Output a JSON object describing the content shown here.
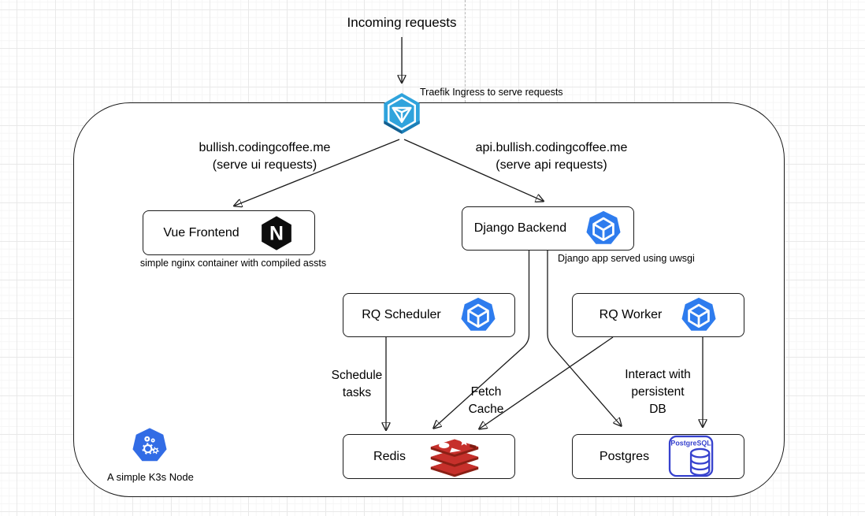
{
  "diagram": {
    "incoming_label": "Incoming requests",
    "ingress": {
      "icon": "traefik-ingress-icon",
      "note": "Traefik Ingress to serve requests"
    },
    "routes": {
      "ui": "bullish.codingcoffee.me\n(serve ui requests)",
      "api": "api.bullish.codingcoffee.me\n(serve api requests)"
    },
    "nodes": {
      "vue": {
        "label": "Vue Frontend",
        "icon": "nginx-icon",
        "note": "simple nginx container with compiled assts"
      },
      "django": {
        "label": "Django Backend",
        "icon": "pod-icon",
        "note": "Django app served using uwsgi"
      },
      "rq_scheduler": {
        "label": "RQ Scheduler",
        "icon": "pod-icon"
      },
      "rq_worker": {
        "label": "RQ Worker",
        "icon": "pod-icon"
      },
      "redis": {
        "label": "Redis",
        "icon": "redis-icon"
      },
      "postgres": {
        "label": "Postgres",
        "icon": "postgresql-icon",
        "icon_text": "PostgreSQL"
      }
    },
    "edge_labels": {
      "schedule_tasks": "Schedule\ntasks",
      "fetch_cache": "Fetch\nCache",
      "interact_db": "Interact with\npersistent\nDB"
    },
    "node_note": "A simple K3s Node",
    "colors": {
      "pod_blue": "#2E7CEE",
      "kubernetes_blue": "#326CE5",
      "traefik_blue": "#2FA3DC",
      "traefik_dark_blue": "#155E8E",
      "nginx_black": "#0D0D0D",
      "redis_red": "#C6302B",
      "redis_dark_red": "#8A1F14",
      "postgresql_blue": "#3742CE",
      "line_stroke": "#1A1A1A"
    }
  }
}
